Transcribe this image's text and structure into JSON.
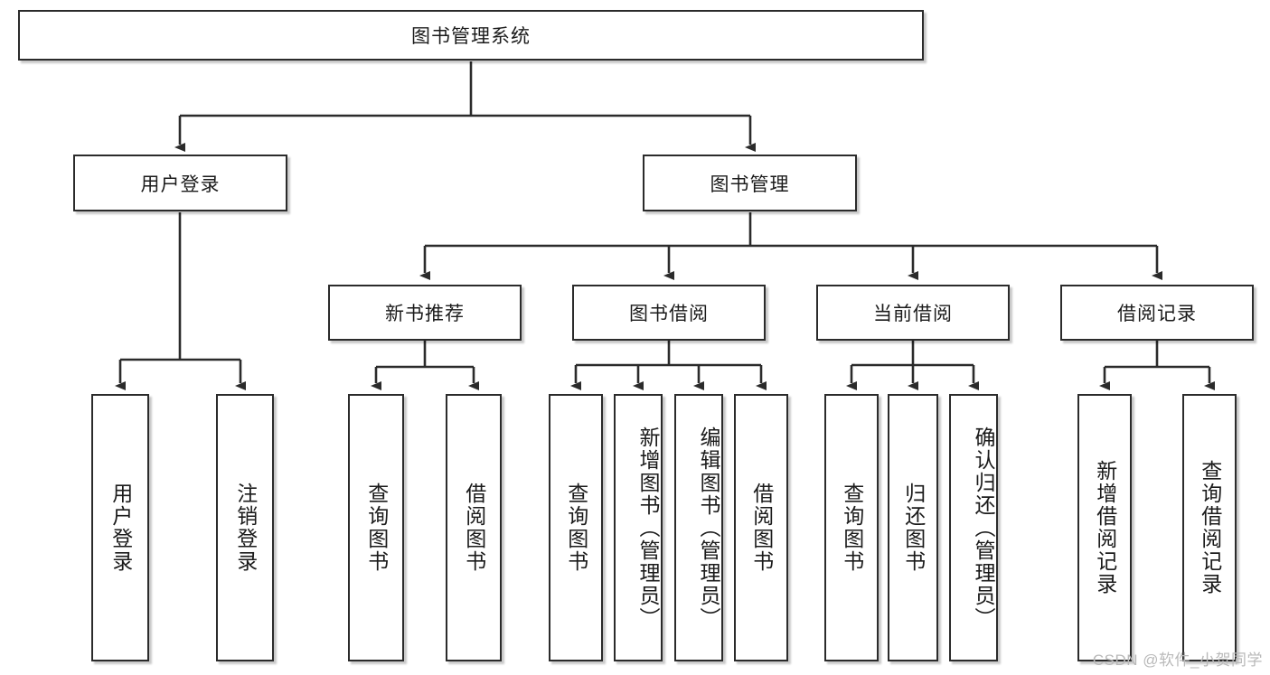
{
  "diagram": {
    "type": "hierarchy-tree",
    "title": "图书管理系统",
    "watermark": "CSDN @软件_小贺同学",
    "colors": {
      "box_border": "#2b2b2b",
      "box_fill": "#ffffff",
      "edge": "#2b2b2b",
      "text": "#1b1b1b",
      "watermark": "#b9b9b9"
    },
    "nodes": {
      "root": {
        "label": "图书管理系统"
      },
      "level2": [
        {
          "id": "user-login",
          "label": "用户登录"
        },
        {
          "id": "book-manage",
          "label": "图书管理"
        }
      ],
      "level3": [
        {
          "id": "new-book-recommend",
          "label": "新书推荐"
        },
        {
          "id": "book-borrow",
          "label": "图书借阅"
        },
        {
          "id": "current-borrow",
          "label": "当前借阅"
        },
        {
          "id": "borrow-record",
          "label": "借阅记录"
        }
      ],
      "leaves": {
        "user_login": [
          {
            "id": "leaf-user-login",
            "label": "用户登录"
          },
          {
            "id": "leaf-logout",
            "label": "注销登录"
          }
        ],
        "new_book_recommend": [
          {
            "id": "leaf-query-book-1",
            "label": "查询图书"
          },
          {
            "id": "leaf-borrow-book-1",
            "label": "借阅图书"
          }
        ],
        "book_borrow": [
          {
            "id": "leaf-query-book-2",
            "label": "查询图书"
          },
          {
            "id": "leaf-add-book",
            "label": "新增图书（管理员）"
          },
          {
            "id": "leaf-edit-book",
            "label": "编辑图书（管理员）"
          },
          {
            "id": "leaf-borrow-book-2",
            "label": "借阅图书"
          }
        ],
        "current_borrow": [
          {
            "id": "leaf-query-book-3",
            "label": "查询图书"
          },
          {
            "id": "leaf-return-book",
            "label": "归还图书"
          },
          {
            "id": "leaf-confirm-return",
            "label": "确认归还（管理员）"
          }
        ],
        "borrow_record": [
          {
            "id": "leaf-add-record",
            "label": "新增借阅记录"
          },
          {
            "id": "leaf-query-record",
            "label": "查询借阅记录"
          }
        ]
      }
    }
  }
}
